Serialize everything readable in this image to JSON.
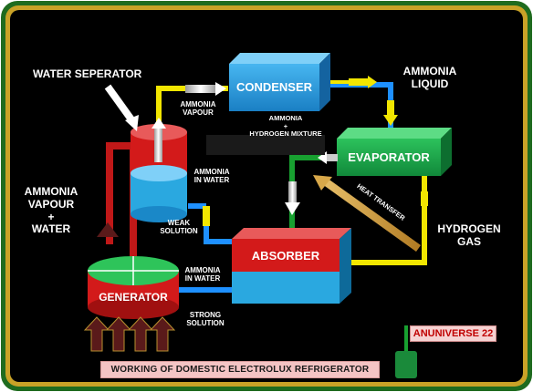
{
  "labels": {
    "water_separator": "WATER SEPERATOR",
    "ammonia_vapour_left": [
      "AMMONIA",
      "VAPOUR",
      "+",
      "WATER"
    ],
    "ammonia_vapour_pipe": [
      "AMMONIA",
      "VAPOUR"
    ],
    "ammonia_liquid": [
      "AMMONIA",
      "LIQUID"
    ],
    "ammonia_hydrogen_mixture": [
      "AMMONIA",
      "+",
      "HYDROGEN MIXTURE"
    ],
    "ammonia_in_water_upper": [
      "AMMONIA",
      "IN WATER"
    ],
    "weak_solution": [
      "WEAK",
      "SOLUTION"
    ],
    "ammonia_in_water_lower": [
      "AMMONIA",
      "IN WATER"
    ],
    "strong_solution": [
      "STRONG",
      "SOLUTION"
    ],
    "heat_transfer": "HEAT TRANSFER",
    "hydrogen_gas": [
      "HYDROGEN",
      "GAS"
    ]
  },
  "components": {
    "condenser": "CONDENSER",
    "evaporator": "EVAPORATOR",
    "absorber": "ABSORBER",
    "generator": "GENERATOR"
  },
  "caption": "WORKING OF DOMESTIC ELECTROLUX REFRIGERATOR",
  "watermark": "ANUNIVERSE 22",
  "colors": {
    "background": "#000000",
    "frame_gold": "#c9a227",
    "frame_green": "#1f6b1f",
    "condenser": "#2e9fe0",
    "evaporator": "#1aa84a",
    "absorber_top": "#d31a1a",
    "absorber_bottom": "#2aa8e0",
    "pipe_yellow": "#f2e600",
    "pipe_blue": "#1e90ff",
    "pipe_green": "#18a030",
    "pipe_red": "#c01818"
  }
}
